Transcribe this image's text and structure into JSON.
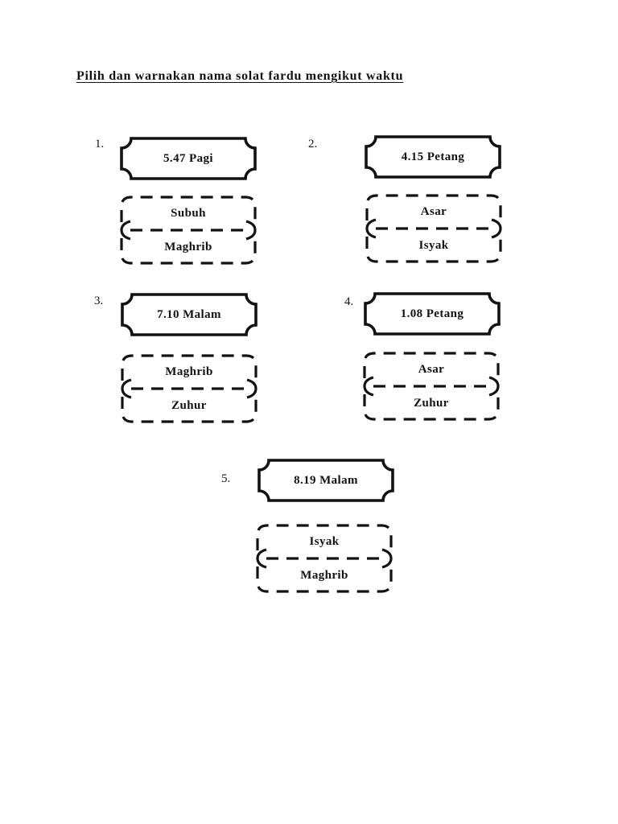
{
  "page": {
    "title": "Pilih dan warnakan nama solat fardu mengikut waktu"
  },
  "questions": [
    {
      "number": "1.",
      "time": "5.47 Pagi",
      "options": [
        "Subuh",
        "Maghrib"
      ]
    },
    {
      "number": "2.",
      "time": "4.15 Petang",
      "options": [
        "Asar",
        "Isyak"
      ]
    },
    {
      "number": "3.",
      "time": "7.10 Malam",
      "options": [
        "Maghrib",
        "Zuhur"
      ]
    },
    {
      "number": "4.",
      "time": "1.08 Petang",
      "options": [
        "Asar",
        "Zuhur"
      ]
    },
    {
      "number": "5.",
      "time": "8.19 Malam",
      "options": [
        "Isyak",
        "Maghrib"
      ]
    }
  ],
  "colors": {
    "ink": "#121212",
    "page_background": "#ffffff"
  }
}
